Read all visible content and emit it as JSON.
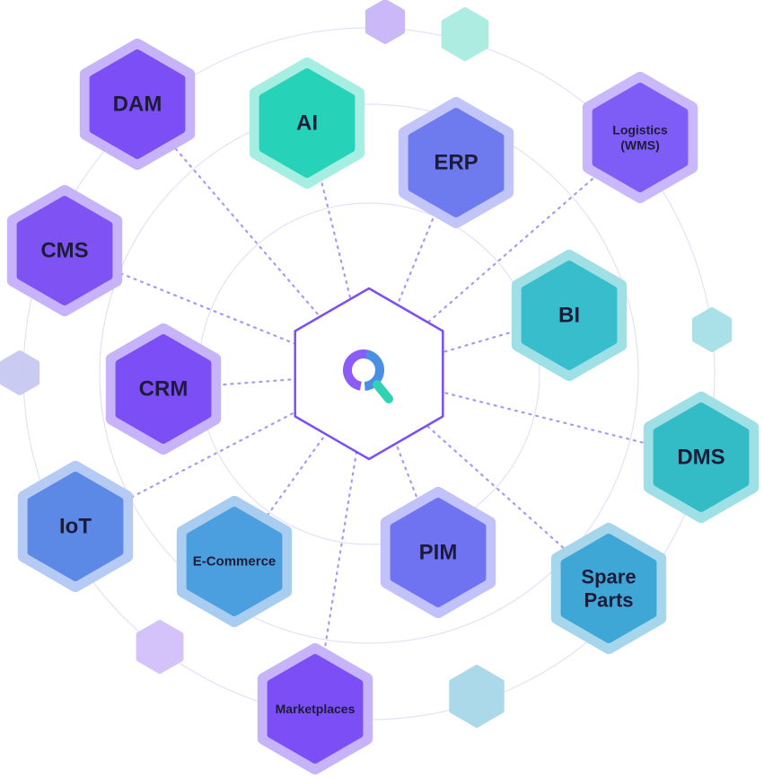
{
  "center_logo": {
    "icon": "q-search-logo-icon"
  },
  "nodes": [
    {
      "id": "dam",
      "label": "DAM",
      "color": "#7b4ff5",
      "halo": "#c7b3fa"
    },
    {
      "id": "ai",
      "label": "AI",
      "color": "#26d3b8",
      "halo": "#a6eee2"
    },
    {
      "id": "erp",
      "label": "ERP",
      "color": "#6e7bef",
      "halo": "#c2c5f8"
    },
    {
      "id": "logistics",
      "label": "Logistics",
      "sublabel": "(WMS)",
      "color": "#7e5cf6",
      "halo": "#c9b8fb"
    },
    {
      "id": "cms",
      "label": "CMS",
      "color": "#7f53f3",
      "halo": "#c7b3fa"
    },
    {
      "id": "bi",
      "label": "BI",
      "color": "#38bdcc",
      "halo": "#9fdfe6"
    },
    {
      "id": "crm",
      "label": "CRM",
      "color": "#7b4ff5",
      "halo": "#c7b3fa"
    },
    {
      "id": "dms",
      "label": "DMS",
      "color": "#34bcc6",
      "halo": "#9fdfe6"
    },
    {
      "id": "iot",
      "label": "IoT",
      "color": "#5c88e6",
      "halo": "#b5cbf4"
    },
    {
      "id": "ecommerce",
      "label": "E-Commerce",
      "color": "#4b9fde",
      "halo": "#a8cdf0"
    },
    {
      "id": "pim",
      "label": "PIM",
      "color": "#6f72f1",
      "halo": "#c1c2f9"
    },
    {
      "id": "spareparts",
      "label": "Spare",
      "sublabel": "Parts",
      "color": "#3ea7d6",
      "halo": "#a5d6ec"
    },
    {
      "id": "marketplaces",
      "label": "Marketplaces",
      "color": "#7b4ff5",
      "halo": "#c7b3fa"
    }
  ],
  "colors": {
    "center_border": "#7b4ff5",
    "connector": "#a899f2",
    "ring": "#e4e1f7",
    "label_dark": "#1e1b3a"
  }
}
